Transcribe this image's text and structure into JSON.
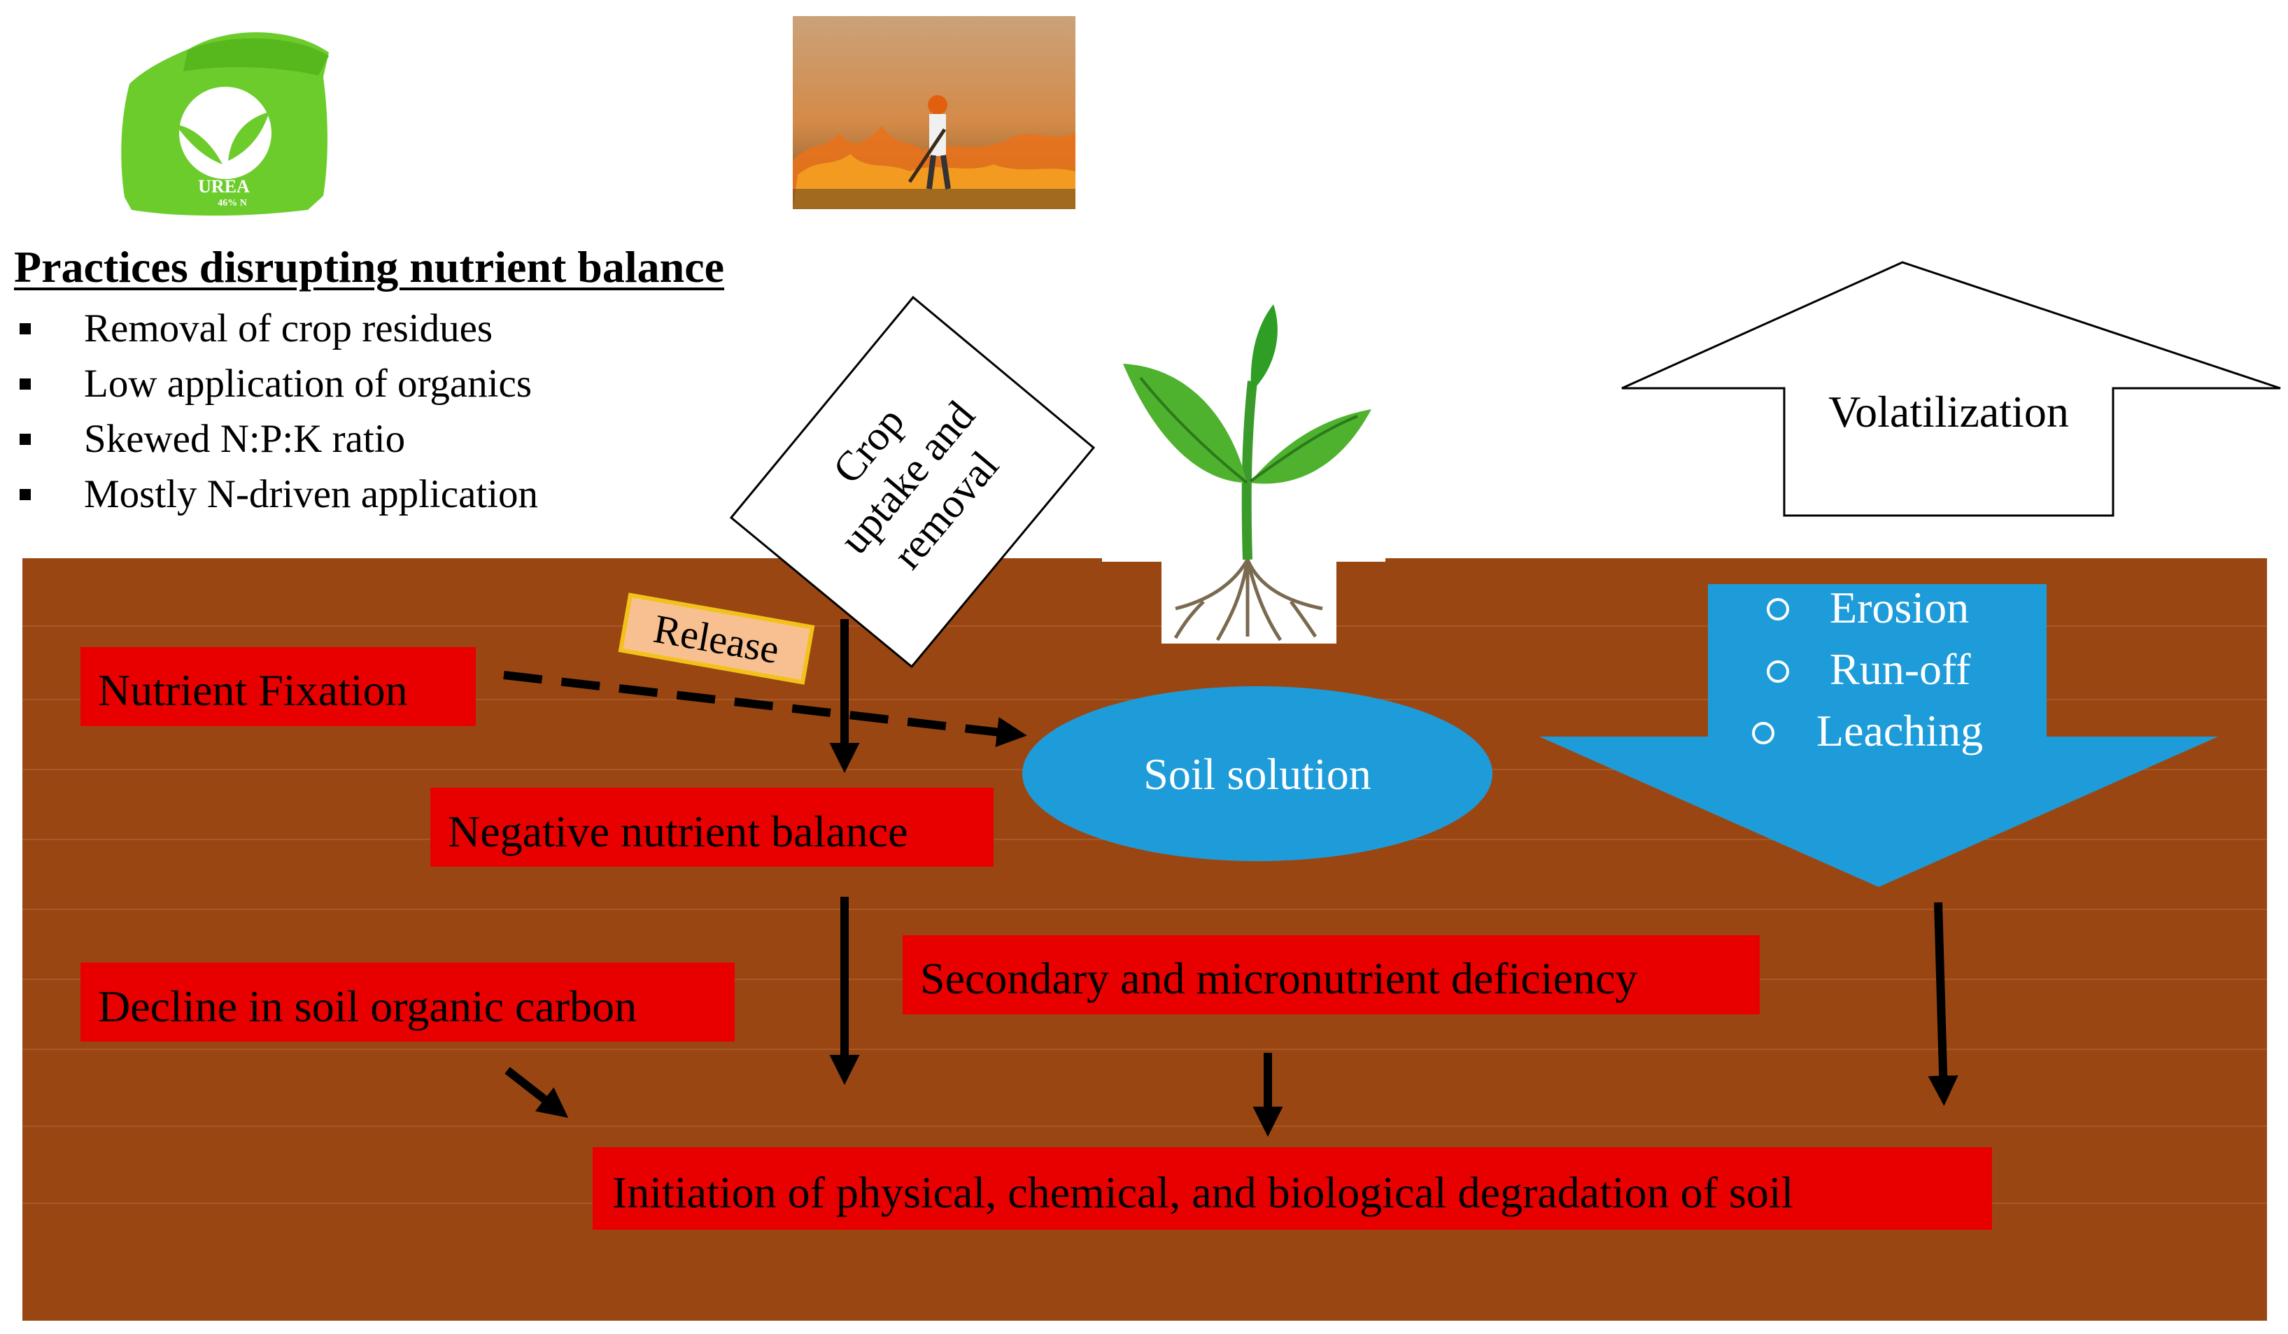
{
  "colors": {
    "soil": "#9a4612",
    "soil_lines": "#b06a3a",
    "process_box": "#e80000",
    "process_text": "#000000",
    "water": "#1e9cda",
    "water_text": "#ffffff",
    "release_fill": "#f8c090",
    "release_border": "#f2c21b",
    "arrow": "#000000",
    "urea_bag": "#6ccc2c",
    "leaf_green": "#2e9e24",
    "root": "#7a6a50"
  },
  "icons": {
    "urea_bag": "urea-fertilizer-bag-icon",
    "burning_field": "crop-residue-burning-photo",
    "seedling": "seedling-plant-icon"
  },
  "urea_bag": {
    "label": "UREA",
    "sublabel": "46% N"
  },
  "practices": {
    "heading": "Practices disrupting nutrient balance",
    "items": [
      "Removal of crop residues",
      "Low application of organics",
      "Skewed N:P:K ratio",
      "Mostly N-driven application"
    ]
  },
  "crop_uptake": {
    "lines": [
      "Crop",
      "uptake and",
      "removal"
    ]
  },
  "volatilization": {
    "label": "Volatilization"
  },
  "losses": {
    "items": [
      "Erosion",
      "Run-off",
      "Leaching"
    ]
  },
  "release": {
    "label": "Release"
  },
  "soil_solution": {
    "label": "Soil solution"
  },
  "boxes": {
    "nutrient_fixation": "Nutrient Fixation",
    "negative_balance": "Negative nutrient balance",
    "secondary_deficiency": "Secondary and micronutrient deficiency",
    "soc_decline": "Decline in soil organic carbon",
    "degradation": "Initiation of physical, chemical, and biological degradation of soil"
  }
}
